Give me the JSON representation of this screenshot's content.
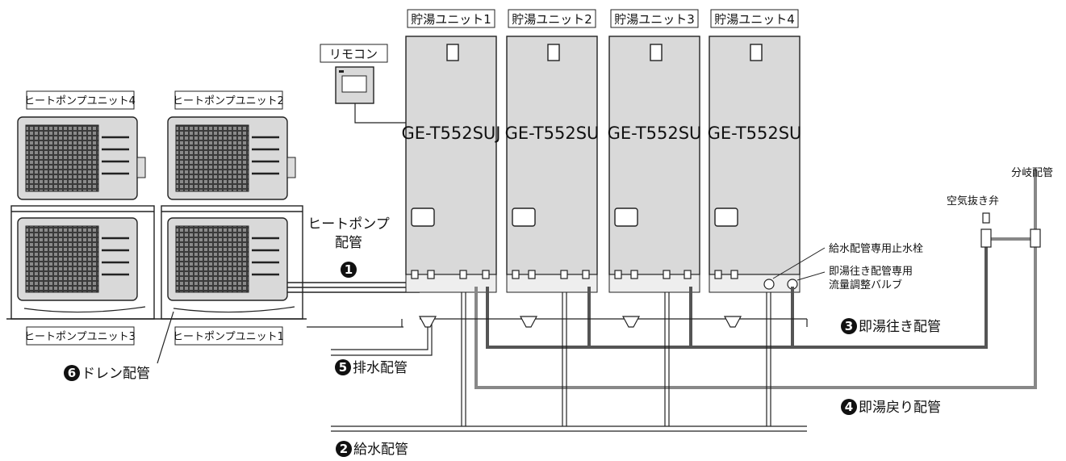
{
  "tank_units": [
    {
      "label": "貯湯ユニット1",
      "model": "GE-T552SUJ"
    },
    {
      "label": "貯湯ユニット2",
      "model": "GE-T552SU"
    },
    {
      "label": "貯湯ユニット3",
      "model": "GE-T552SU"
    },
    {
      "label": "貯湯ユニット4",
      "model": "GE-T552SU"
    }
  ],
  "remote": {
    "label": "リモコン"
  },
  "heat_pumps": {
    "top_left": "ヒートポンプユニット4",
    "top_right": "ヒートポンプユニット2",
    "bottom_left": "ヒートポンプユニット3",
    "bottom_right": "ヒートポンプユニット1"
  },
  "labels": {
    "heat_pump_pipe_line1": "ヒートポンプ",
    "heat_pump_pipe_line2": "配管",
    "water_valve": "給水配管専用止水栓",
    "flow_valve_line1": "即湯往き配管専用",
    "flow_valve_line2": "流量調整バルブ",
    "air_vent": "空気抜き弁",
    "branch_pipe": "分岐配管"
  },
  "pipes": [
    {
      "num": "1",
      "name": ""
    },
    {
      "num": "2",
      "name": "給水配管"
    },
    {
      "num": "3",
      "name": "即湯往き配管"
    },
    {
      "num": "4",
      "name": "即湯戻り配管"
    },
    {
      "num": "5",
      "name": "排水配管"
    },
    {
      "num": "6",
      "name": "ドレン配管"
    }
  ]
}
